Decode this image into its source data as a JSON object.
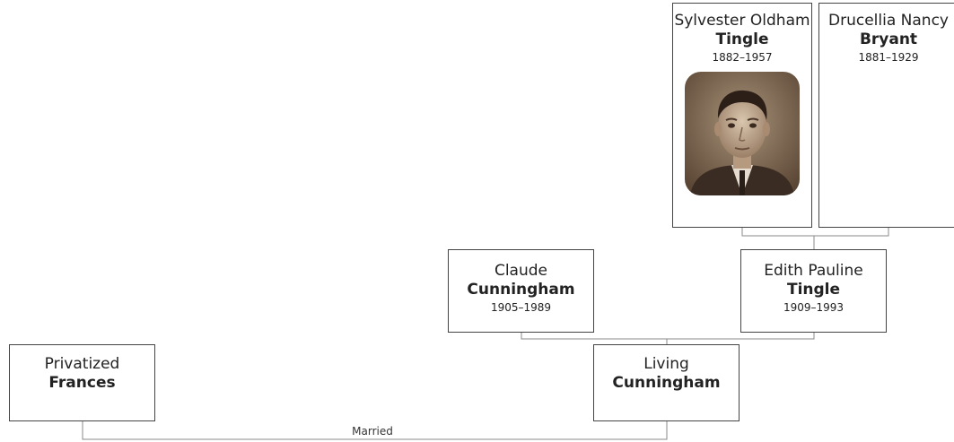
{
  "people": {
    "sylvester": {
      "given": "Sylvester Oldham",
      "surname": "Tingle",
      "years": "1882–1957",
      "has_photo": true
    },
    "drucellia": {
      "given": "Drucellia Nancy",
      "surname": "Bryant",
      "years": "1881–1929"
    },
    "claude": {
      "given": "Claude",
      "surname": "Cunningham",
      "years": "1905–1989"
    },
    "edith": {
      "given": "Edith Pauline",
      "surname": "Tingle",
      "years": "1909–1993"
    },
    "frances": {
      "given": "Privatized",
      "surname": "Frances"
    },
    "living": {
      "given": "Living",
      "surname": "Cunningham"
    }
  },
  "relationships": {
    "married_label": "Married"
  },
  "colors": {
    "connector": "#8a8a8a",
    "box_border": "#444444",
    "text": "#222222",
    "photo_tone": "#6e5a48"
  }
}
